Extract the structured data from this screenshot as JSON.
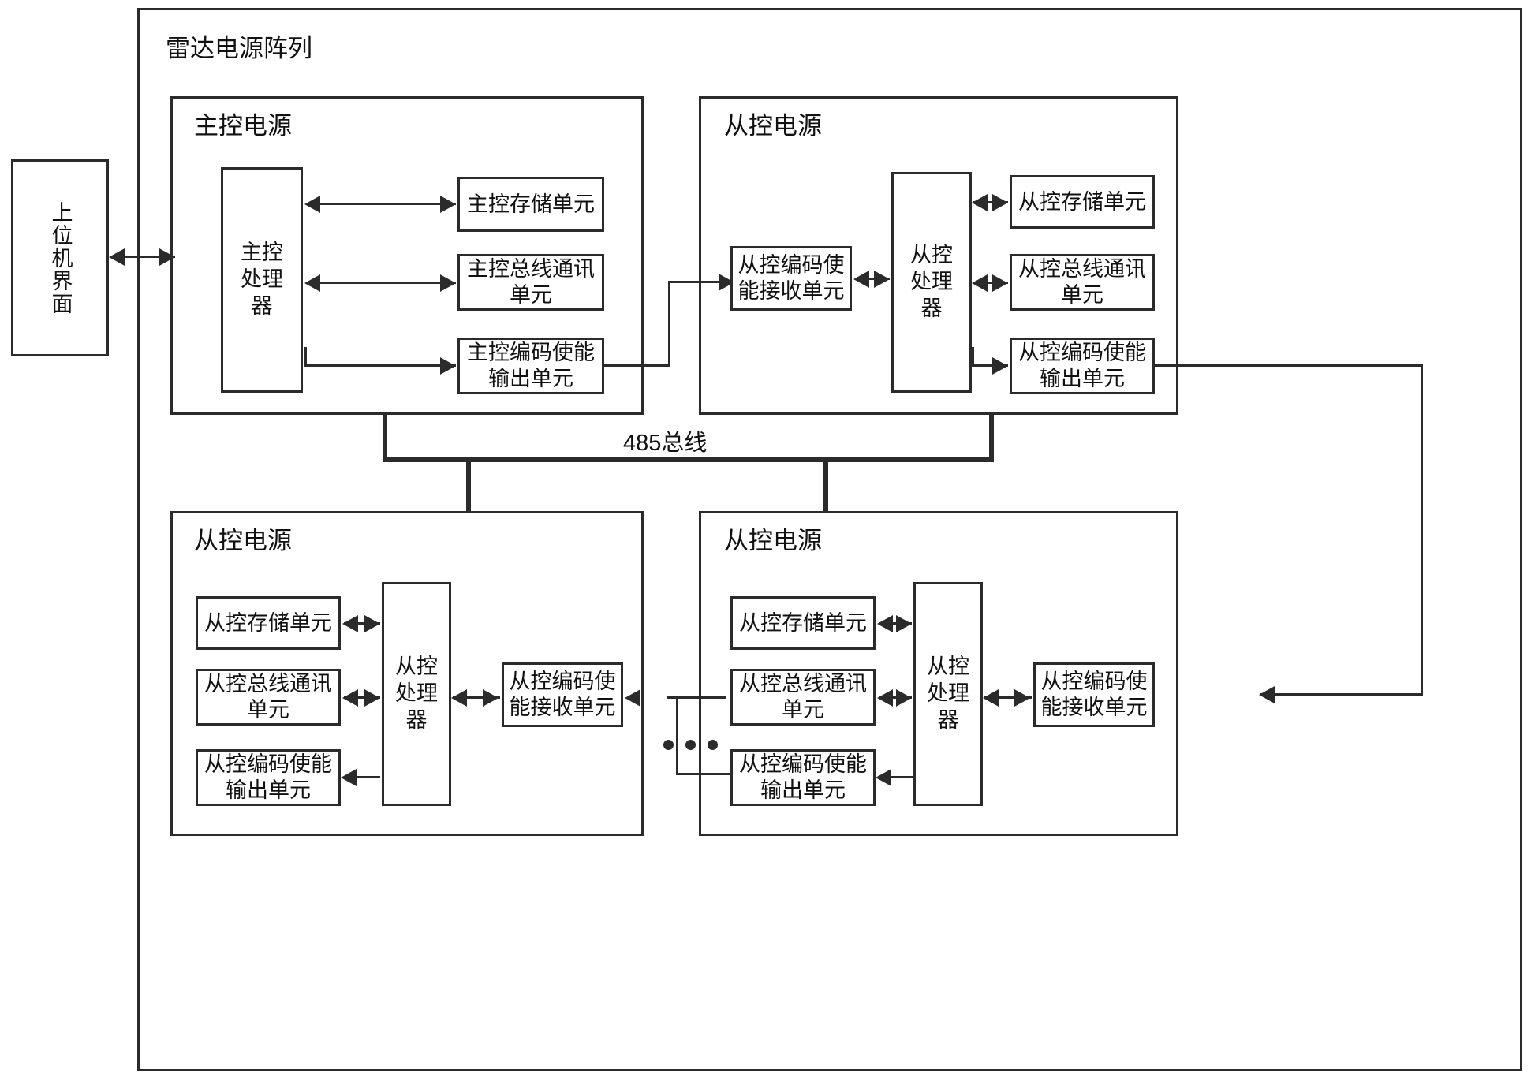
{
  "diagram": {
    "title": "雷达电源阵列",
    "bus_label": "485总线",
    "ellipsis": "···",
    "host": {
      "label": "上位机界面"
    },
    "master_panel": {
      "title": "主控电源",
      "processor": "主控处理器",
      "storage_unit": "主控存储单元",
      "bus_comm_unit_line1": "主控总线通讯",
      "bus_comm_unit_line2": "单元",
      "encode_out_line1": "主控编码使能",
      "encode_out_line2": "输出单元"
    },
    "slave_top_right": {
      "title": "从控电源",
      "processor": "从控处理器",
      "encode_recv_line1": "从控编码使",
      "encode_recv_line2": "能接收单元",
      "storage_unit": "从控存储单元",
      "bus_comm_unit_line1": "从控总线通讯",
      "bus_comm_unit_line2": "单元",
      "encode_out_line1": "从控编码使能",
      "encode_out_line2": "输出单元"
    },
    "slave_bottom_left": {
      "title": "从控电源",
      "processor": "从控处理器",
      "storage_unit": "从控存储单元",
      "bus_comm_unit_line1": "从控总线通讯",
      "bus_comm_unit_line2": "单元",
      "encode_out_line1": "从控编码使能",
      "encode_out_line2": "输出单元",
      "encode_recv_line1": "从控编码使",
      "encode_recv_line2": "能接收单元"
    },
    "slave_bottom_right": {
      "title": "从控电源",
      "processor": "从控处理器",
      "storage_unit": "从控存储单元",
      "bus_comm_unit_line1": "从控总线通讯",
      "bus_comm_unit_line2": "单元",
      "encode_out_line1": "从控编码使能",
      "encode_out_line2": "输出单元",
      "encode_recv_line1": "从控编码使",
      "encode_recv_line2": "能接收单元"
    },
    "colors": {
      "stroke": "#2b2b2b",
      "text": "#111111",
      "background": "#ffffff"
    }
  }
}
